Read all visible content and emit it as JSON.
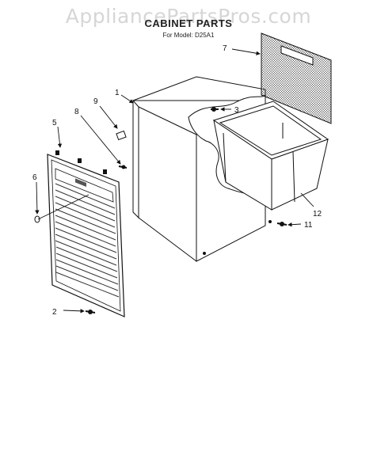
{
  "watermark": "AppliancePartsPros.com",
  "title": "CABINET PARTS",
  "subtitle": "For Model: D25A1",
  "callouts": [
    {
      "id": "1",
      "label": "1",
      "part": "cabinet"
    },
    {
      "id": "2",
      "label": "2",
      "part": "screw"
    },
    {
      "id": "3",
      "label": "3",
      "part": "screw"
    },
    {
      "id": "5",
      "label": "5",
      "part": "front-grille"
    },
    {
      "id": "6",
      "label": "6",
      "part": "plug"
    },
    {
      "id": "7",
      "label": "7",
      "part": "filter"
    },
    {
      "id": "8",
      "label": "8",
      "part": "screw"
    },
    {
      "id": "9",
      "label": "9",
      "part": "clip"
    },
    {
      "id": "11",
      "label": "11",
      "part": "screw"
    },
    {
      "id": "12",
      "label": "12",
      "part": "water-bucket"
    }
  ]
}
